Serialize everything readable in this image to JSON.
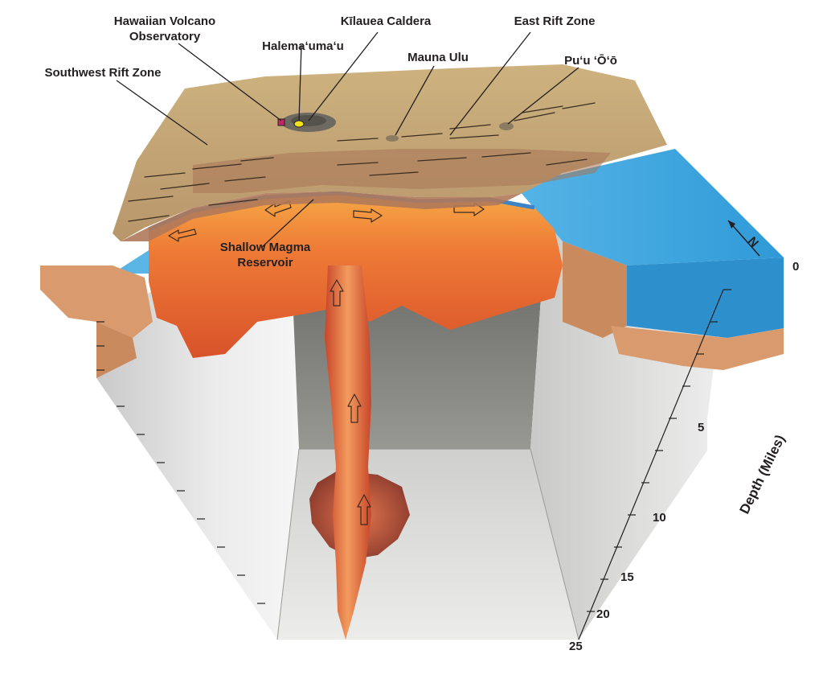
{
  "labels": {
    "observatory": [
      "Hawaiian Volcano",
      "Observatory"
    ],
    "caldera": "Kīlauea Caldera",
    "east_rift": "East Rift Zone",
    "halemaumau": "Halemaʻumaʻu",
    "mauna_ulu": "Mauna Ulu",
    "puuoo": "Puʻu ʻŌʻō",
    "southwest_rift": "Southwest Rift Zone",
    "reservoir": [
      "Shallow Magma",
      "Reservoir"
    ]
  },
  "axis": {
    "title": "Depth (Miles)",
    "top_label": "0",
    "ticks": [
      "5",
      "10",
      "15",
      "20",
      "25"
    ]
  },
  "colors": {
    "ocean": "#3aa3dc",
    "ground": "#c8a878",
    "magma": "#e8652e",
    "observatory_marker": "#c0286a",
    "halemaumau_marker": "#f2e21a"
  },
  "icons": {
    "north_arrow": "north-arrow-icon"
  }
}
